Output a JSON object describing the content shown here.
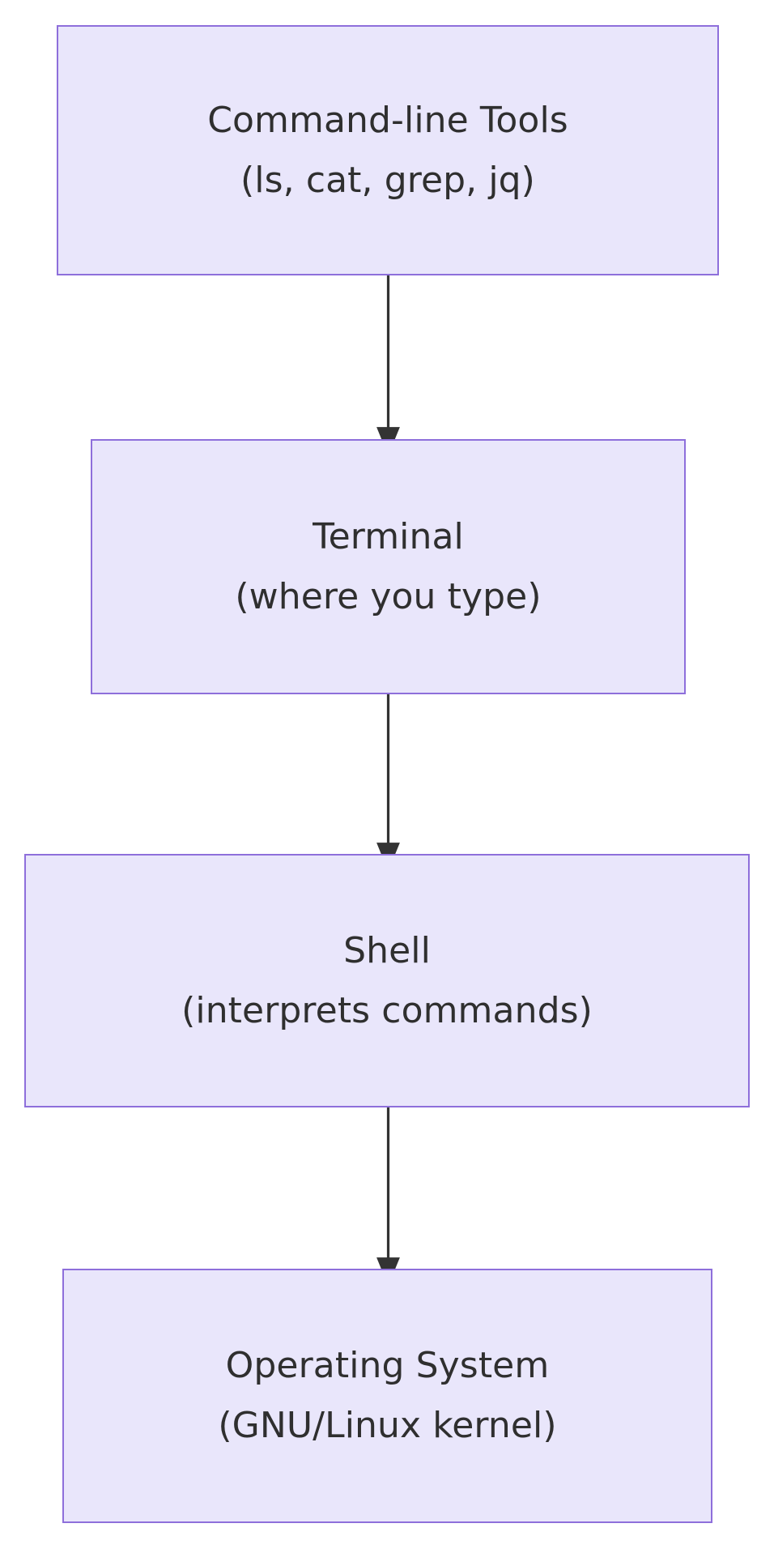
{
  "diagram": {
    "type": "flowchart",
    "direction": "top-to-bottom",
    "title": "",
    "theme": {
      "node_fill": "#e9e6fb",
      "node_border": "#8e6fdb",
      "node_text": "#2f2f2f",
      "edge_color": "#333333",
      "background": "#ffffff"
    },
    "nodes": [
      {
        "id": "tools",
        "primary": "Command-line Tools",
        "secondary": "(ls, cat, grep, jq)"
      },
      {
        "id": "terminal",
        "primary": "Terminal",
        "secondary": "(where you type)"
      },
      {
        "id": "shell",
        "primary": "Shell",
        "secondary": "(interprets commands)"
      },
      {
        "id": "os",
        "primary": "Operating System",
        "secondary": "(GNU/Linux kernel)"
      }
    ],
    "edges": [
      {
        "id": "edge-tools-terminal",
        "from": "tools",
        "to": "terminal",
        "label": "",
        "arrowhead": "filled-triangle"
      },
      {
        "id": "edge-terminal-shell",
        "from": "terminal",
        "to": "shell",
        "label": "",
        "arrowhead": "filled-triangle"
      },
      {
        "id": "edge-shell-os",
        "from": "shell",
        "to": "os",
        "label": "",
        "arrowhead": "filled-triangle"
      }
    ]
  }
}
